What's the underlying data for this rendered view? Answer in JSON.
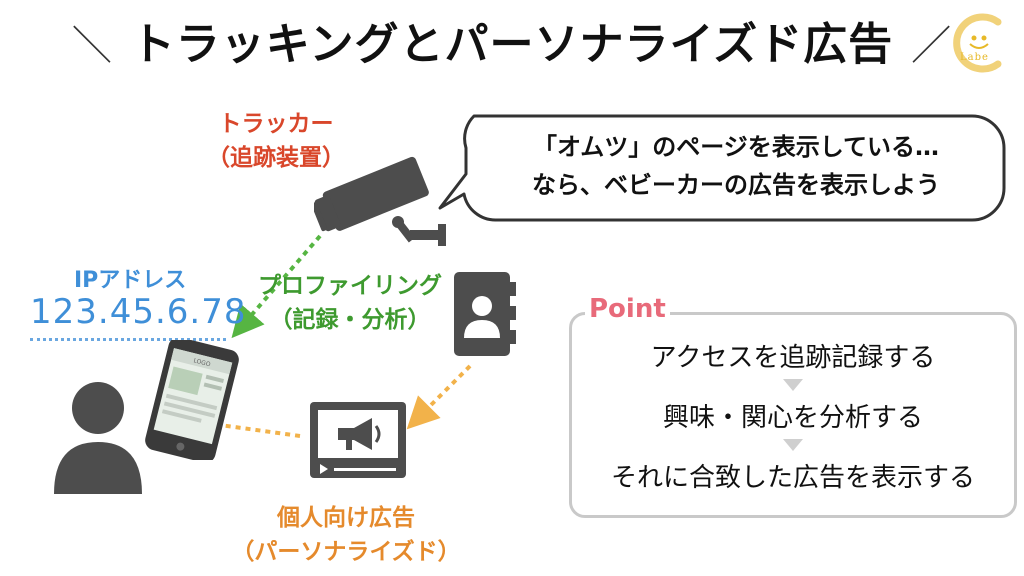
{
  "title": {
    "left_mark": "＼",
    "text": "トラッキングとパーソナライズド広告",
    "right_mark": "／"
  },
  "logo": {
    "text": "Labe"
  },
  "tracker": {
    "name": "トラッカー",
    "sub": "（追跡装置）"
  },
  "bubble": {
    "line1": "「オムツ」のページを表示している…",
    "line2": "なら、ベビーカーの広告を表示しよう"
  },
  "ip": {
    "label": "IPアドレス",
    "value": "123.45.6.78"
  },
  "profiling": {
    "name": "プロファイリング",
    "sub": "（記録・分析）"
  },
  "ad": {
    "name": "個人向け広告",
    "sub": "（パーソナライズド）"
  },
  "phone_screen": {
    "logo": "LOGO"
  },
  "point": {
    "title": "Point",
    "steps": [
      "アクセスを追跡記録する",
      "興味・関心を分析する",
      "それに合致した広告を表示する"
    ]
  },
  "colors": {
    "tracker_red": "#d9472b",
    "profiling_green": "#3e9a2f",
    "ad_orange": "#e58a2c",
    "ip_blue": "#3f8fd8",
    "point_pink": "#e86a7a",
    "icon_gray": "#4d4d4d",
    "logo_yellow": "#e7b928"
  },
  "icons": [
    "cctv-camera-icon",
    "user-silhouette-icon",
    "smartphone-icon",
    "address-book-icon",
    "video-ad-icon",
    "speech-bubble-icon"
  ]
}
